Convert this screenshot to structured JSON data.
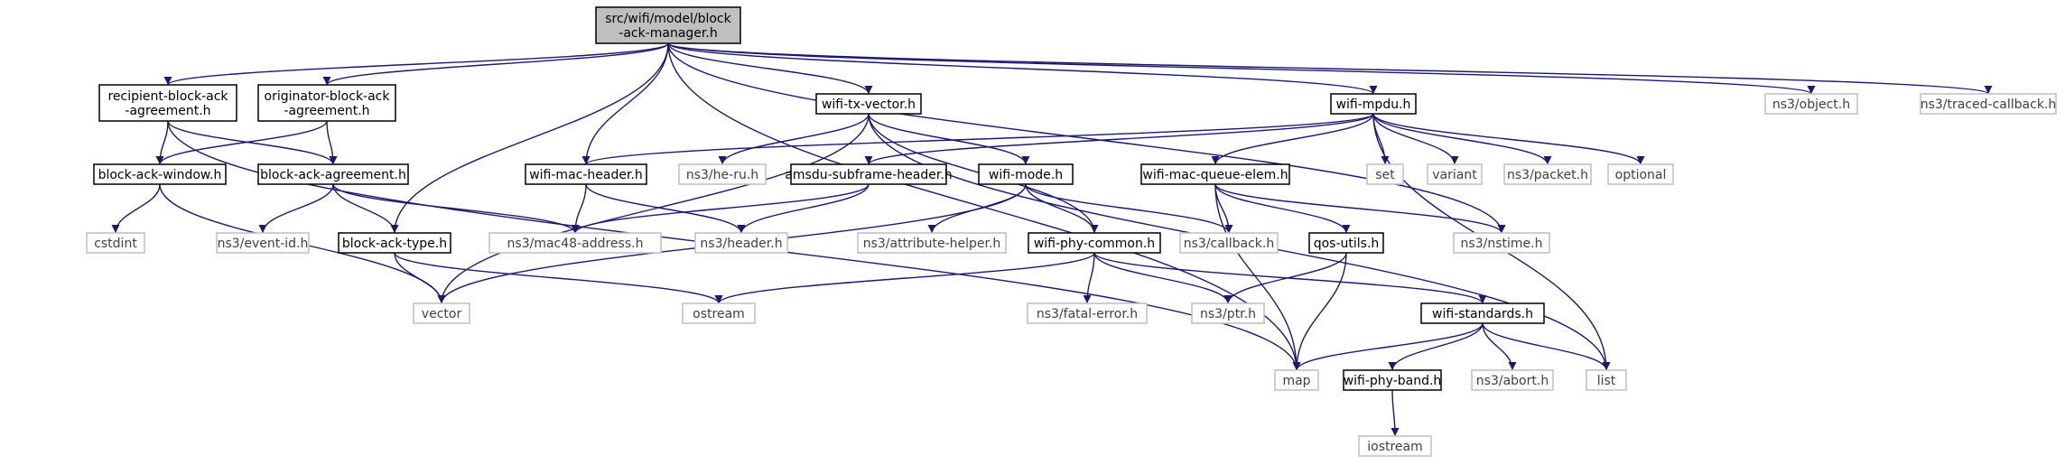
{
  "graph": {
    "edge_color": "#191970",
    "root_fill": "#bfbfbf",
    "nodes": [
      {
        "id": "root",
        "lines": [
          "src/wifi/model/block",
          "-ack-manager.h"
        ],
        "kind": "root"
      },
      {
        "id": "rba",
        "lines": [
          "recipient-block-ack",
          "-agreement.h"
        ],
        "kind": "proj"
      },
      {
        "id": "oba",
        "lines": [
          "originator-block-ack",
          "-agreement.h"
        ],
        "kind": "proj"
      },
      {
        "id": "txv",
        "lines": [
          "wifi-tx-vector.h"
        ],
        "kind": "proj"
      },
      {
        "id": "mpdu",
        "lines": [
          "wifi-mpdu.h"
        ],
        "kind": "proj"
      },
      {
        "id": "object",
        "lines": [
          "ns3/object.h"
        ],
        "kind": "ext"
      },
      {
        "id": "tcb",
        "lines": [
          "ns3/traced-callback.h"
        ],
        "kind": "ext"
      },
      {
        "id": "baw",
        "lines": [
          "block-ack-window.h"
        ],
        "kind": "proj"
      },
      {
        "id": "baa",
        "lines": [
          "block-ack-agreement.h"
        ],
        "kind": "proj"
      },
      {
        "id": "wmh",
        "lines": [
          "wifi-mac-header.h"
        ],
        "kind": "proj"
      },
      {
        "id": "heru",
        "lines": [
          "ns3/he-ru.h"
        ],
        "kind": "ext"
      },
      {
        "id": "asf",
        "lines": [
          "amsdu-subframe-header.h"
        ],
        "kind": "proj"
      },
      {
        "id": "mode",
        "lines": [
          "wifi-mode.h"
        ],
        "kind": "proj"
      },
      {
        "id": "mqe",
        "lines": [
          "wifi-mac-queue-elem.h"
        ],
        "kind": "proj"
      },
      {
        "id": "set",
        "lines": [
          "set"
        ],
        "kind": "ext"
      },
      {
        "id": "variant",
        "lines": [
          "variant"
        ],
        "kind": "ext"
      },
      {
        "id": "packet",
        "lines": [
          "ns3/packet.h"
        ],
        "kind": "ext"
      },
      {
        "id": "optional",
        "lines": [
          "optional"
        ],
        "kind": "ext"
      },
      {
        "id": "cstdint",
        "lines": [
          "cstdint"
        ],
        "kind": "ext"
      },
      {
        "id": "eventid",
        "lines": [
          "ns3/event-id.h"
        ],
        "kind": "ext"
      },
      {
        "id": "bat",
        "lines": [
          "block-ack-type.h"
        ],
        "kind": "proj"
      },
      {
        "id": "mac48",
        "lines": [
          "ns3/mac48-address.h"
        ],
        "kind": "ext"
      },
      {
        "id": "header",
        "lines": [
          "ns3/header.h"
        ],
        "kind": "ext"
      },
      {
        "id": "attr",
        "lines": [
          "ns3/attribute-helper.h"
        ],
        "kind": "ext"
      },
      {
        "id": "wpc",
        "lines": [
          "wifi-phy-common.h"
        ],
        "kind": "proj"
      },
      {
        "id": "callback",
        "lines": [
          "ns3/callback.h"
        ],
        "kind": "ext"
      },
      {
        "id": "qos",
        "lines": [
          "qos-utils.h"
        ],
        "kind": "proj"
      },
      {
        "id": "nstime",
        "lines": [
          "ns3/nstime.h"
        ],
        "kind": "ext"
      },
      {
        "id": "vector",
        "lines": [
          "vector"
        ],
        "kind": "ext"
      },
      {
        "id": "ostream",
        "lines": [
          "ostream"
        ],
        "kind": "ext"
      },
      {
        "id": "fatal",
        "lines": [
          "ns3/fatal-error.h"
        ],
        "kind": "ext"
      },
      {
        "id": "ptr",
        "lines": [
          "ns3/ptr.h"
        ],
        "kind": "ext"
      },
      {
        "id": "ws",
        "lines": [
          "wifi-standards.h"
        ],
        "kind": "proj"
      },
      {
        "id": "map",
        "lines": [
          "map"
        ],
        "kind": "ext"
      },
      {
        "id": "band",
        "lines": [
          "wifi-phy-band.h"
        ],
        "kind": "proj"
      },
      {
        "id": "abort",
        "lines": [
          "ns3/abort.h"
        ],
        "kind": "ext"
      },
      {
        "id": "list",
        "lines": [
          "list"
        ],
        "kind": "ext"
      },
      {
        "id": "iostream",
        "lines": [
          "iostream"
        ],
        "kind": "ext"
      }
    ],
    "edges": [
      [
        "root",
        "rba"
      ],
      [
        "root",
        "oba"
      ],
      [
        "root",
        "txv"
      ],
      [
        "root",
        "mpdu"
      ],
      [
        "root",
        "object"
      ],
      [
        "root",
        "tcb"
      ],
      [
        "root",
        "wmh"
      ],
      [
        "root",
        "bat"
      ],
      [
        "root",
        "map"
      ],
      [
        "root",
        "nstime"
      ],
      [
        "rba",
        "baw"
      ],
      [
        "rba",
        "baa"
      ],
      [
        "rba",
        "map"
      ],
      [
        "oba",
        "baw"
      ],
      [
        "oba",
        "baa"
      ],
      [
        "baw",
        "cstdint"
      ],
      [
        "baw",
        "vector"
      ],
      [
        "baa",
        "eventid"
      ],
      [
        "baa",
        "bat"
      ],
      [
        "baa",
        "mac48"
      ],
      [
        "bat",
        "vector"
      ],
      [
        "bat",
        "ostream"
      ],
      [
        "txv",
        "heru"
      ],
      [
        "txv",
        "mode"
      ],
      [
        "txv",
        "wpc"
      ],
      [
        "txv",
        "vector"
      ],
      [
        "txv",
        "list"
      ],
      [
        "mpdu",
        "wmh"
      ],
      [
        "mpdu",
        "asf"
      ],
      [
        "mpdu",
        "mqe"
      ],
      [
        "mpdu",
        "set"
      ],
      [
        "mpdu",
        "variant"
      ],
      [
        "mpdu",
        "packet"
      ],
      [
        "mpdu",
        "optional"
      ],
      [
        "mpdu",
        "list"
      ],
      [
        "wmh",
        "mac48"
      ],
      [
        "wmh",
        "header"
      ],
      [
        "asf",
        "mac48"
      ],
      [
        "asf",
        "header"
      ],
      [
        "mode",
        "attr"
      ],
      [
        "mode",
        "wpc"
      ],
      [
        "mode",
        "callback"
      ],
      [
        "mode",
        "vector"
      ],
      [
        "mqe",
        "callback"
      ],
      [
        "mqe",
        "qos"
      ],
      [
        "mqe",
        "nstime"
      ],
      [
        "mqe",
        "map"
      ],
      [
        "qos",
        "ptr"
      ],
      [
        "qos",
        "map"
      ],
      [
        "wpc",
        "ostream"
      ],
      [
        "wpc",
        "fatal"
      ],
      [
        "wpc",
        "ptr"
      ],
      [
        "wpc",
        "ws"
      ],
      [
        "ws",
        "map"
      ],
      [
        "ws",
        "band"
      ],
      [
        "ws",
        "abort"
      ],
      [
        "ws",
        "list"
      ],
      [
        "band",
        "iostream"
      ]
    ]
  }
}
